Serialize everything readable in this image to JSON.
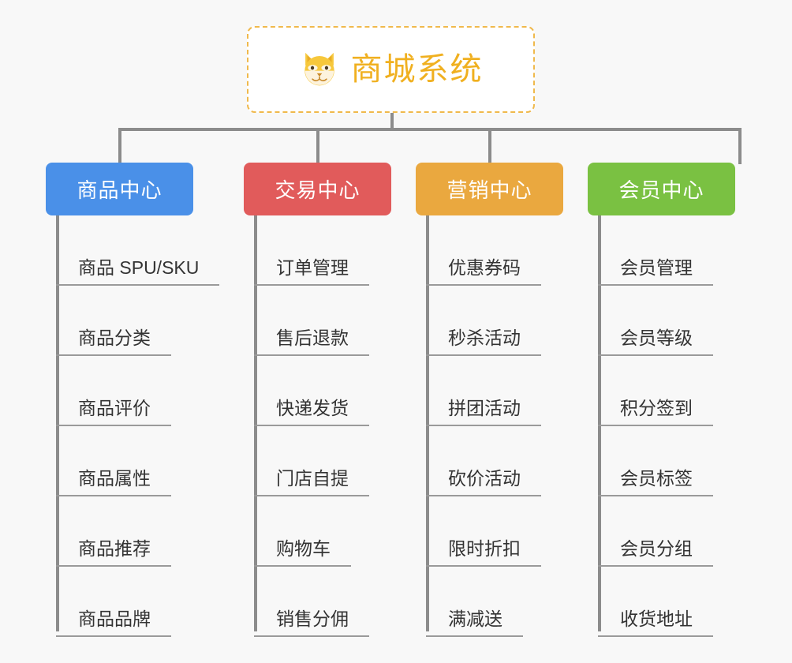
{
  "diagram": {
    "type": "mind-map-tree",
    "background_color": "#f8f8f8",
    "root": {
      "title": "商城系统",
      "icon": "shiba-dog-face-icon",
      "border_color": "#f0b94c",
      "text_color": "#f0b020"
    },
    "branches": [
      {
        "title": "商品中心",
        "color": "#4a90e8",
        "items": [
          "商品 SPU/SKU",
          "商品分类",
          "商品评价",
          "商品属性",
          "商品推荐",
          "商品品牌"
        ]
      },
      {
        "title": "交易中心",
        "color": "#e15b5b",
        "items": [
          "订单管理",
          "售后退款",
          "快递发货",
          "门店自提",
          "购物车",
          "销售分佣"
        ]
      },
      {
        "title": "营销中心",
        "color": "#eaa83f",
        "items": [
          "优惠券码",
          "秒杀活动",
          "拼团活动",
          "砍价活动",
          "限时折扣",
          "满减送"
        ]
      },
      {
        "title": "会员中心",
        "color": "#7ac142",
        "items": [
          "会员管理",
          "会员等级",
          "积分签到",
          "会员标签",
          "会员分组",
          "收货地址"
        ]
      }
    ],
    "connector_color": "#8c8c8c",
    "leaf_underline_color": "#9a9a9a"
  }
}
